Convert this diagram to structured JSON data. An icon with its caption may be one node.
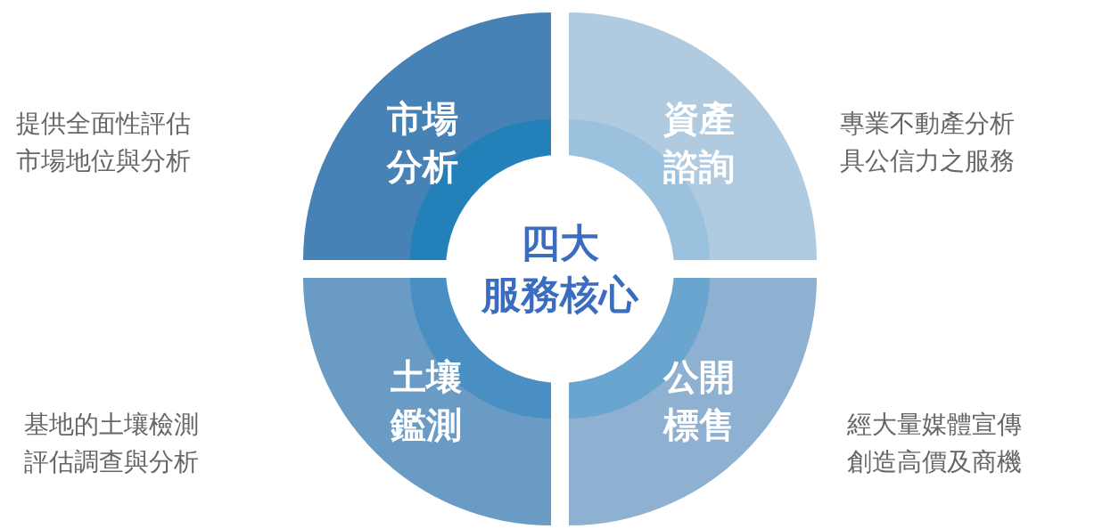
{
  "diagram": {
    "nodes": [
      {
        "text": [
          "市場分析"
        ]
      },
      {
        "text": [
          "資產諮詢"
        ]
      },
      {
        "text": [
          "四大服務核心"
        ]
      },
      {
        "text": [
          "土壤鑑測"
        ]
      },
      {
        "text": [
          "公開標售"
        ]
      }
    ],
    "labels": [
      "提供全面性評估市場地位與分析",
      "專業不動產分析具公信力之服務",
      "基地的土壤檢測評估調查與分析",
      "經大量媒體宣傳創造高價及商機"
    ]
  }
}
